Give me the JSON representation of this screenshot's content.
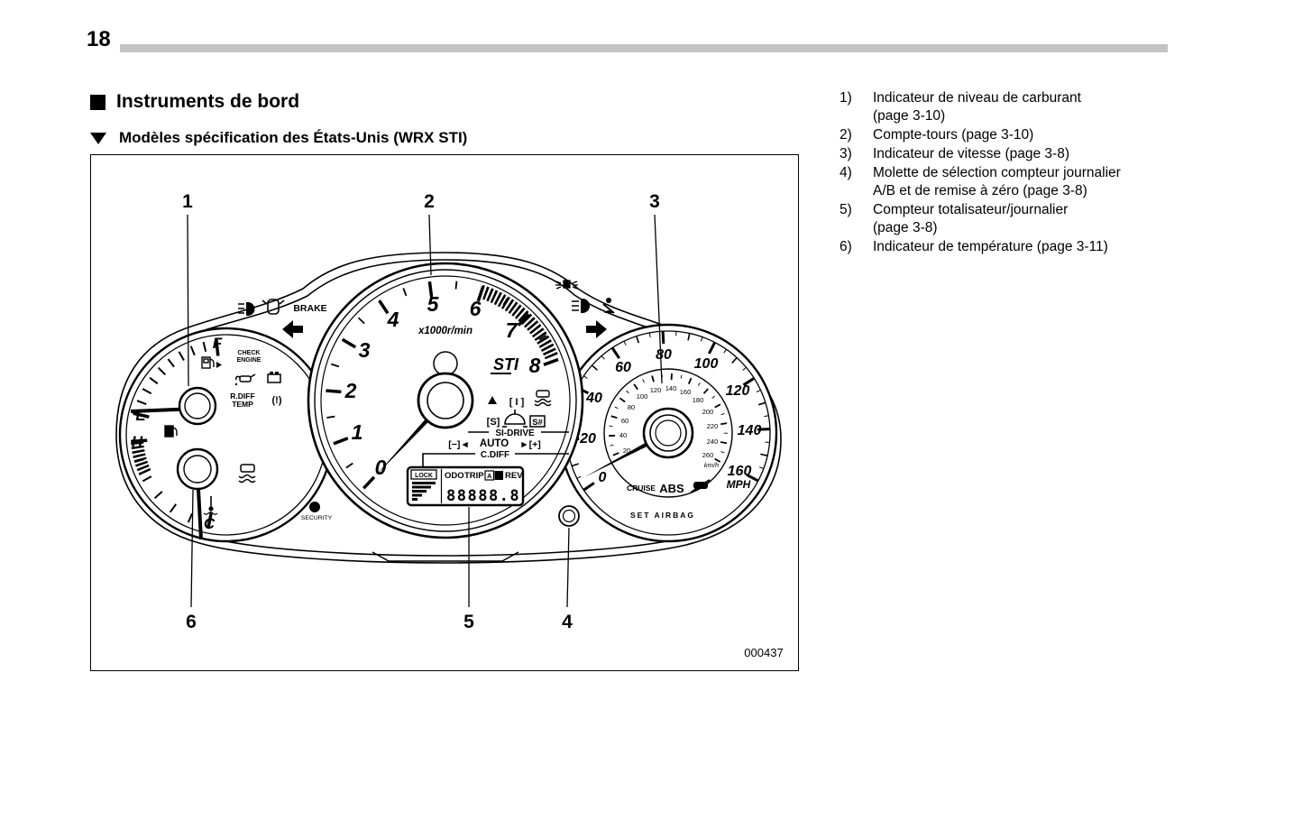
{
  "page": {
    "number": "18",
    "title": "Instruments de bord",
    "subtitle": "Modèles spécification des États-Unis (WRX STI)"
  },
  "legend": {
    "items": [
      {
        "num": "1)",
        "text": "Indicateur de niveau de carburant\n(page 3-10)"
      },
      {
        "num": "2)",
        "text": "Compte-tours (page 3-10)"
      },
      {
        "num": "3)",
        "text": "Indicateur de vitesse (page 3-8)"
      },
      {
        "num": "4)",
        "text": "Molette de sélection compteur journalier\nA/B et de remise à zéro (page 3-8)"
      },
      {
        "num": "5)",
        "text": "Compteur totalisateur/journalier\n(page 3-8)"
      },
      {
        "num": "6)",
        "text": "Indicateur de température (page 3-11)"
      }
    ]
  },
  "figure": {
    "code": "000437",
    "callouts": {
      "c1": "1",
      "c2": "2",
      "c3": "3",
      "c4": "4",
      "c5": "5",
      "c6": "6"
    }
  },
  "cluster": {
    "tachometer": {
      "unit": "x1000r/min",
      "logo": "STI",
      "numbers": [
        "0",
        "1",
        "2",
        "3",
        "4",
        "5",
        "6",
        "7",
        "8"
      ]
    },
    "speedometer": {
      "unit": "MPH",
      "inner_unit": "km/h",
      "mph": [
        "0",
        "20",
        "40",
        "60",
        "80",
        "100",
        "120",
        "140",
        "160"
      ],
      "kmh": [
        "20",
        "40",
        "60",
        "80",
        "100",
        "120",
        "140",
        "160",
        "180",
        "200",
        "220",
        "240",
        "260"
      ],
      "cruise": "CRUISE",
      "abs": "ABS",
      "set_airbag": "SET AIRBAG"
    },
    "fuel": {
      "full": "F",
      "empty": "E"
    },
    "temperature": {
      "hot": "H",
      "cold": "C"
    },
    "telltales": {
      "brake": "BRAKE",
      "check_engine_1": "CHECK",
      "check_engine_2": "ENGINE",
      "rdiff_1": "R.DIFF",
      "rdiff_2": "TEMP",
      "tpms": "(!)",
      "security": "SECURITY"
    },
    "sidrive": {
      "intelligent": "[ I ]",
      "sport": "[S]",
      "sport_sharp": "S#",
      "label": "SI-DRIVE"
    },
    "cdiff": {
      "minus": "[−]◄",
      "auto": "AUTO",
      "plus": "►[+]",
      "label": "C.DIFF"
    },
    "lcd": {
      "lock": "LOCK",
      "odo": "ODO",
      "trip": "TRIP",
      "a": "A",
      "b": "B",
      "rev": "REV.",
      "digits": "88888.8"
    }
  }
}
